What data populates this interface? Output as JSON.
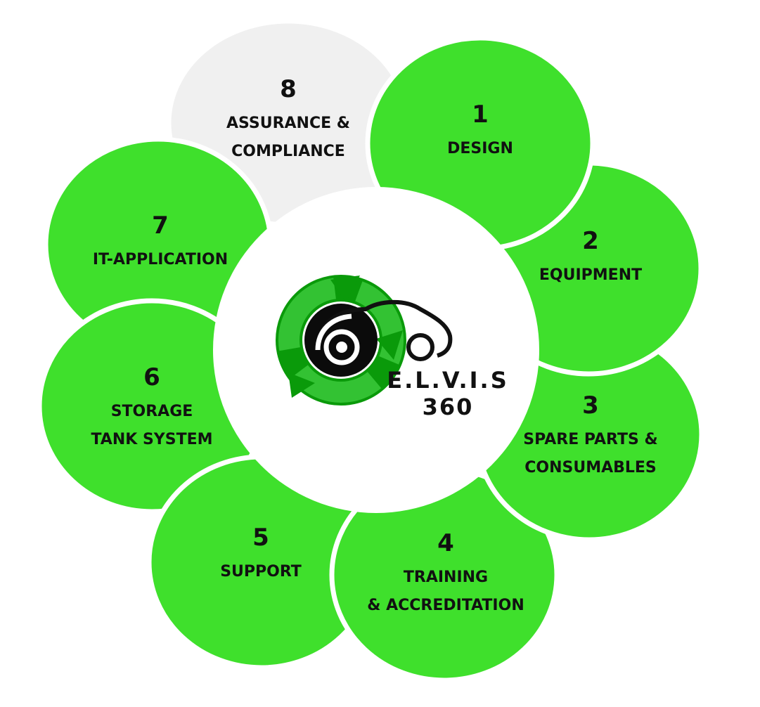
{
  "colors": {
    "segment_green": "#3fe02c",
    "segment_grey": "#f0f0f0",
    "logo_green_dark": "#008a00",
    "logo_green_light": "#22bb22",
    "text": "#111111"
  },
  "segments": [
    {
      "number": "1",
      "lines": [
        "DESIGN"
      ]
    },
    {
      "number": "2",
      "lines": [
        "EQUIPMENT"
      ]
    },
    {
      "number": "3",
      "lines": [
        "SPARE PARTS &",
        "CONSUMABLES"
      ]
    },
    {
      "number": "4",
      "lines": [
        "TRAINING",
        "& ACCREDITATION"
      ]
    },
    {
      "number": "5",
      "lines": [
        "SUPPORT"
      ]
    },
    {
      "number": "6",
      "lines": [
        "STORAGE",
        "TANK SYSTEM"
      ]
    },
    {
      "number": "7",
      "lines": [
        "IT-APPLICATION"
      ]
    },
    {
      "number": "8",
      "lines": [
        "ASSURANCE &",
        "COMPLIANCE"
      ]
    }
  ],
  "logo": {
    "brand_line1": "E.L.V.I.S",
    "brand_line2": "360",
    "icon": "recycle-car-icon"
  }
}
